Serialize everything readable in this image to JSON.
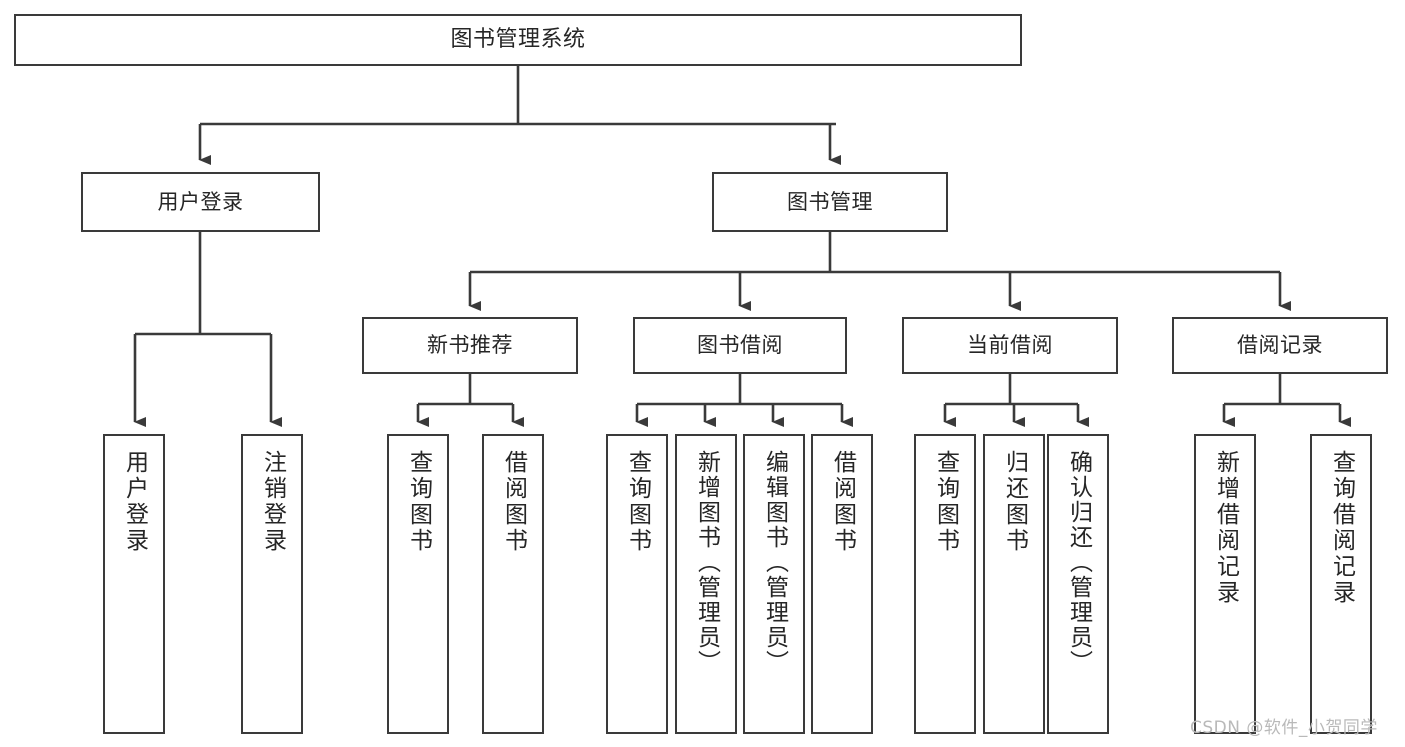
{
  "diagram": {
    "type": "tree-hierarchy-chart",
    "title": "图书管理系统",
    "colors": {
      "box_border": "#3a3a3a",
      "box_fill": "#ffffff",
      "line": "#3a3a3a",
      "text": "#262626",
      "watermark": "#b9b9b9",
      "background": "#ffffff"
    },
    "root": {
      "label": "图书管理系统"
    },
    "level2": [
      {
        "label": "用户登录"
      },
      {
        "label": "图书管理"
      }
    ],
    "level3": [
      {
        "label": "新书推荐"
      },
      {
        "label": "图书借阅"
      },
      {
        "label": "当前借阅"
      },
      {
        "label": "借阅记录"
      }
    ],
    "leaves": {
      "user_login": [
        {
          "label": "用户登录"
        },
        {
          "label": "注销登录"
        }
      ],
      "new_book_recommend": [
        {
          "label": "查询图书"
        },
        {
          "label": "借阅图书"
        }
      ],
      "book_borrow": [
        {
          "label": "查询图书"
        },
        {
          "label": "新增图书（管理员）"
        },
        {
          "label": "编辑图书（管理员）"
        },
        {
          "label": "借阅图书"
        }
      ],
      "current_borrow": [
        {
          "label": "查询图书"
        },
        {
          "label": "归还图书"
        },
        {
          "label": "确认归还（管理员）"
        }
      ],
      "borrow_record": [
        {
          "label": "新增借阅记录"
        },
        {
          "label": "查询借阅记录"
        }
      ]
    },
    "watermark": "CSDN @软件_小贺同学"
  }
}
